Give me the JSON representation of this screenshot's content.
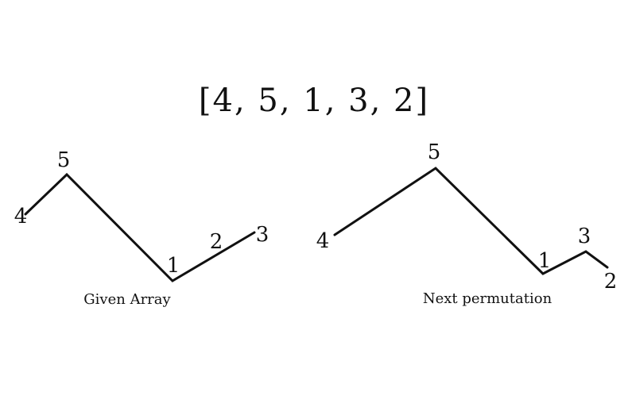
{
  "title": "[4, 5, 1, 3, 2]",
  "diagrams": [
    {
      "caption": "Given Array",
      "labels": [
        "4",
        "5",
        "1",
        "2",
        "3"
      ]
    },
    {
      "caption": "Next permutation",
      "labels": [
        "4",
        "5",
        "1",
        "3",
        "2"
      ]
    }
  ],
  "colors": {
    "ink": "#111111",
    "background": "#ffffff"
  }
}
